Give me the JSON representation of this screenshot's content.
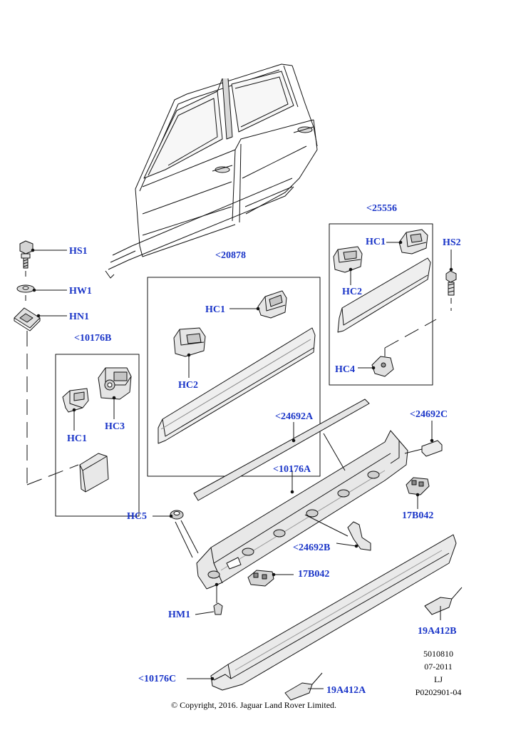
{
  "colors": {
    "callout": "#1a35c8",
    "line": "#111111",
    "part_fill": "#e9e9e9",
    "part_shade": "#bdbdbd"
  },
  "labels": {
    "hs1": "HS1",
    "hw1": "HW1",
    "hn1": "HN1",
    "kit_10176b": "<10176B",
    "b_hc1": "HC1",
    "b_hc3": "HC3",
    "kit_20878": "<20878",
    "m_hc1": "HC1",
    "m_hc2": "HC2",
    "kit_25556": "<25556",
    "r_hc1": "HC1",
    "r_hc2": "HC2",
    "r_hc4": "HC4",
    "hs2": "HS2",
    "p_24692a": "<24692A",
    "p_24692c": "<24692C",
    "p_10176a": "<10176A",
    "hc5": "HC5",
    "p_24692b": "<24692B",
    "p_17b042_right": "17B042",
    "p_17b042_mid": "17B042",
    "hm1": "HM1",
    "p_19a412b": "19A412B",
    "p_10176c": "<10176C",
    "p_19a412a": "19A412A"
  },
  "meta": {
    "ref1": "5010810",
    "date": "07-2011",
    "initials": "LJ",
    "ref2": "P0202901-04"
  },
  "copyright": "© Copyright, 2016. Jaguar Land Rover Limited.",
  "icons": [
    "bolt-icon",
    "washer-icon",
    "nut-icon",
    "clip-icon",
    "bumper-icon"
  ]
}
